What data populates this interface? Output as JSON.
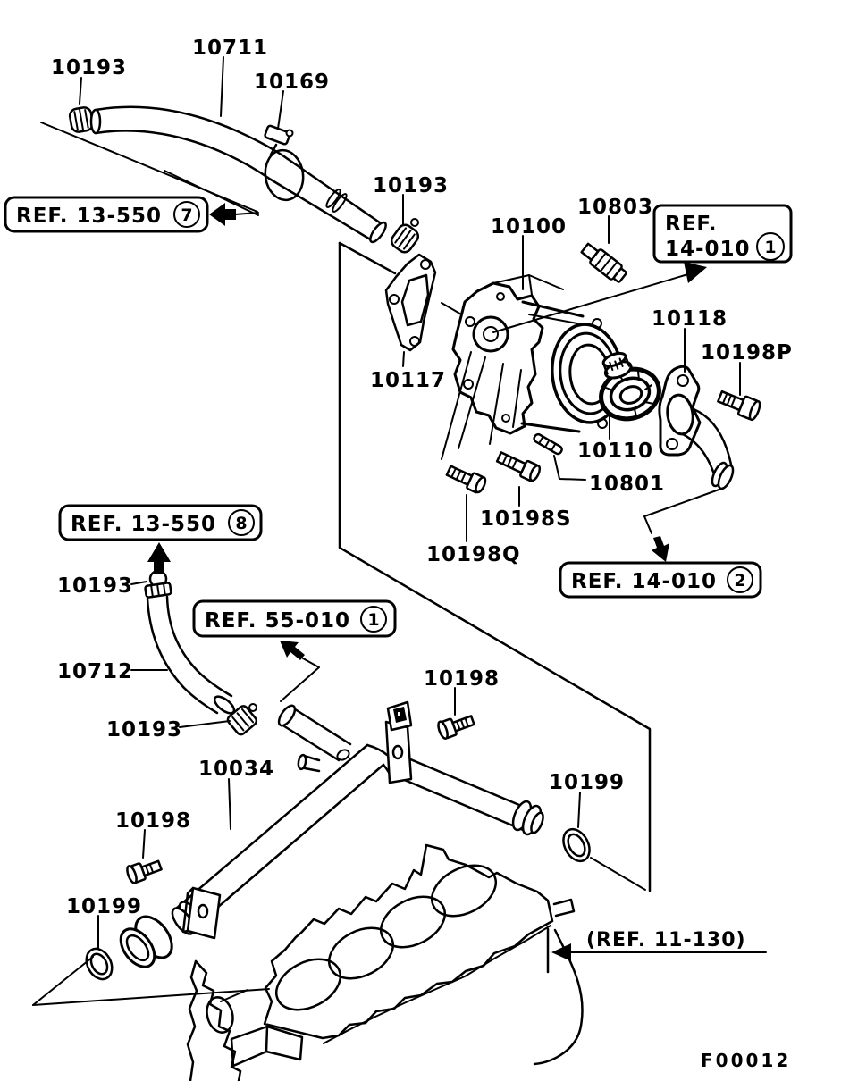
{
  "figure_code": "F00012",
  "parts": {
    "p10711": "10711",
    "p10193": "10193",
    "p10169": "10169",
    "p10100": "10100",
    "p10803": "10803",
    "p10117": "10117",
    "p10118": "10118",
    "p10198P": "10198P",
    "p10110": "10110",
    "p10801": "10801",
    "p10198S": "10198S",
    "p10198Q": "10198Q",
    "p10712": "10712",
    "p10034": "10034",
    "p10198": "10198",
    "p10199": "10199"
  },
  "refs": {
    "ref13_550": "REF. 13-550",
    "ref14_010": "REF. 14-010",
    "ref14_010_line1": "REF.",
    "ref14_010_line2": "14-010",
    "ref55_010": "REF. 55-010",
    "ref11_130": "(REF. 11-130)",
    "n1": "1",
    "n2": "2",
    "n7": "7",
    "n8": "8"
  },
  "colors": {
    "line": "#000000",
    "background": "#ffffff"
  }
}
